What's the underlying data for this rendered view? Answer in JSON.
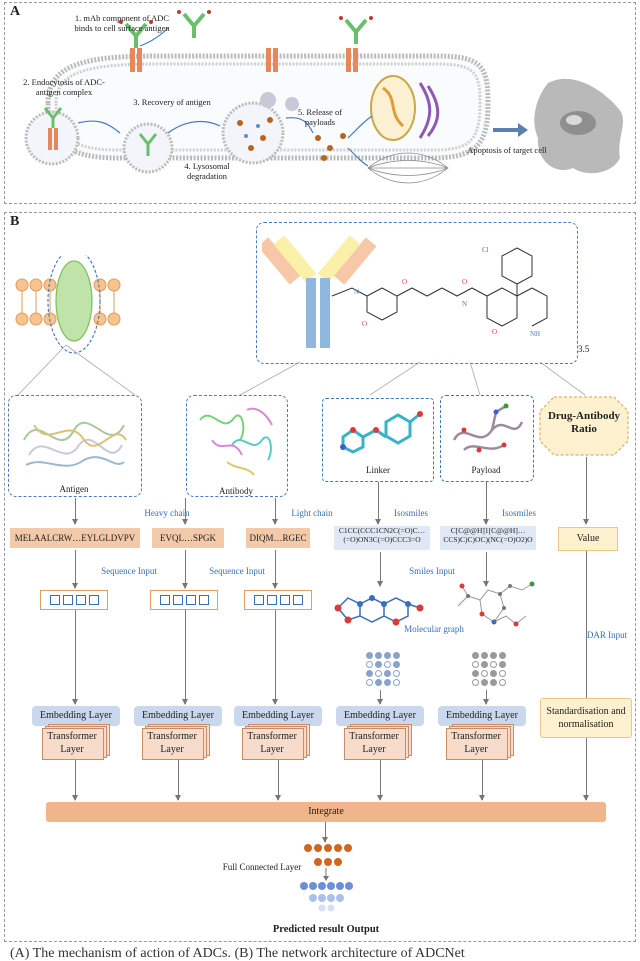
{
  "panel_a": {
    "letter": "A",
    "step1": "1. mAb component of ADC binds to cell surface antigen",
    "step2": "2. Endocytosis of ADC-antigen complex",
    "step3": "3. Recovery of antigen",
    "step4": "4. Lysosomal degradation",
    "step5": "5. Release of payloads",
    "apoptosis": "Apoptosis of target cell"
  },
  "panel_b": {
    "letter": "B",
    "dar_number": "3.5",
    "antigen_label": "Antigen",
    "antibody_label": "Antibody",
    "linker_label": "Linker",
    "payload_label": "Payload",
    "dar_title": "Drug-Antibody Ratio",
    "heavy_chain": "Heavy chain",
    "light_chain": "Light chain",
    "isosmiles_linker": "Isosmiles",
    "isosmiles_payload": "Isosmiles",
    "seq_antigen": "MELAALCRW…EYLGLDVPV",
    "seq_heavy": "EVQL…SPGK",
    "seq_light": "DIQM…RGEC",
    "smiles_linker": "C1CC(CCC1CN2C(=O)C…(=O)ON3C(=O)CCC3=O",
    "smiles_payload": "C[C@@H]1[C@@H]…CCS)C)C)OC)(NC(=O)O2)O",
    "value_label": "Value",
    "sequence_input_1": "Sequence Input",
    "sequence_input_2": "Sequence Input",
    "smiles_input": "Smiles Input",
    "molecular_graph": "Molecular graph",
    "dar_input": "DAR Input",
    "embedding_layer": "Embedding Layer",
    "transformer_line1": "Transformer",
    "transformer_line2": "Layer",
    "standardisation": "Standardisation and normalisation",
    "integrate": "Integrate",
    "fc_layer": "Full Connected Layer",
    "output": "Predicted result Output"
  },
  "caption": "(A) The mechanism of action of ADCs. (B) The network architecture of ADCNet",
  "colors": {
    "peach": "#f2c9a9",
    "light_blue": "#dfe8f4",
    "embedding_blue": "#c9d8ee",
    "integrate_orange": "#f0b58a",
    "dar_yellow": "#fdf1cf",
    "accent_blue": "#3a6fb5"
  }
}
